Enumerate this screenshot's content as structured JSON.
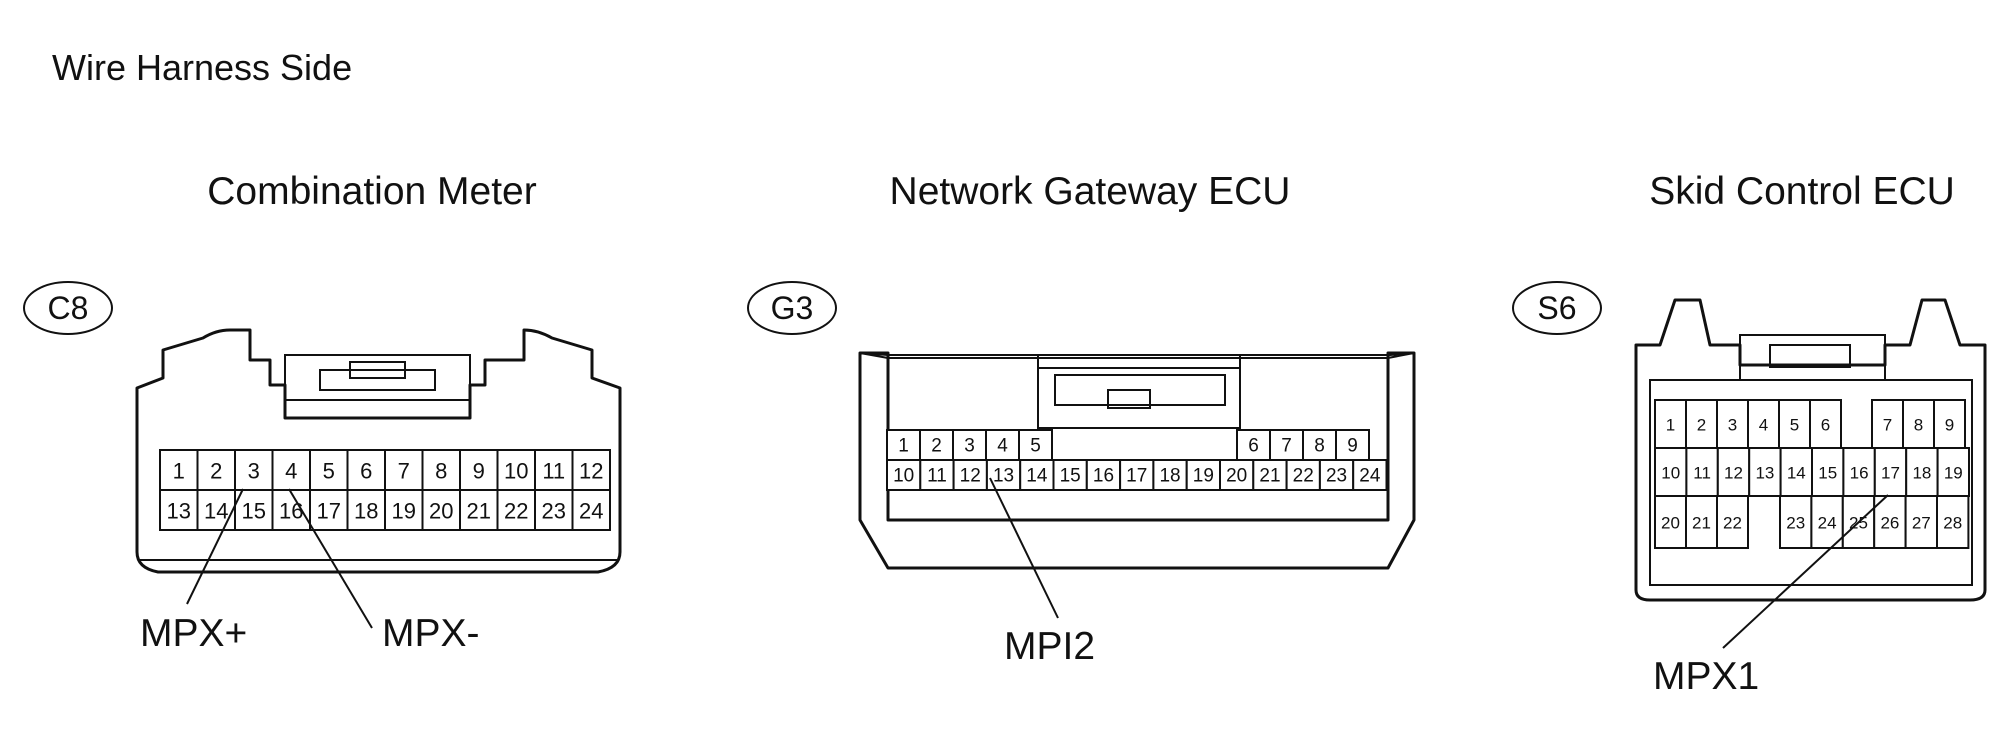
{
  "page_title": "Wire Harness Side",
  "connectors": {
    "c8": {
      "title": "Combination Meter",
      "code": "C8",
      "rows": [
        [
          "1",
          "2",
          "3",
          "4",
          "5",
          "6",
          "7",
          "8",
          "9",
          "10",
          "11",
          "12"
        ],
        [
          "13",
          "14",
          "15",
          "16",
          "17",
          "18",
          "19",
          "20",
          "21",
          "22",
          "23",
          "24"
        ]
      ],
      "labels": [
        "MPX+",
        "MPX-"
      ]
    },
    "g3": {
      "title": "Network Gateway ECU",
      "code": "G3",
      "row1_left": [
        "1",
        "2",
        "3",
        "4",
        "5"
      ],
      "row1_right": [
        "6",
        "7",
        "8",
        "9"
      ],
      "row2": [
        "10",
        "11",
        "12",
        "13",
        "14",
        "15",
        "16",
        "17",
        "18",
        "19",
        "20",
        "21",
        "22",
        "23",
        "24"
      ],
      "labels": [
        "MPI2"
      ]
    },
    "s6": {
      "title": "Skid Control ECU",
      "code": "S6",
      "row1_left": [
        "1",
        "2",
        "3",
        "4",
        "5",
        "6"
      ],
      "row1_right": [
        "7",
        "8",
        "9"
      ],
      "row2": [
        "10",
        "11",
        "12",
        "13",
        "14",
        "15",
        "16",
        "17",
        "18",
        "19"
      ],
      "row3_left": [
        "20",
        "21",
        "22"
      ],
      "row3_right": [
        "23",
        "24",
        "25",
        "26",
        "27",
        "28"
      ],
      "labels": [
        "MPX1"
      ]
    }
  }
}
